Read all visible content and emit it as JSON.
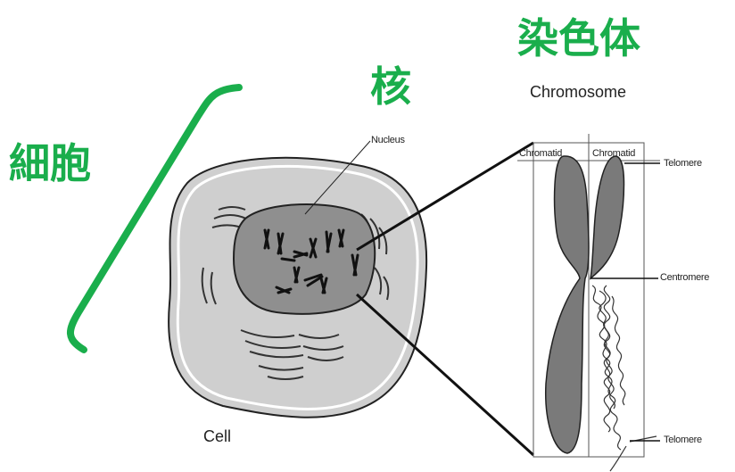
{
  "labels_jp": {
    "cell": "細胞",
    "nucleus": "核",
    "chromosome": "染色体"
  },
  "labels_en": {
    "chromosome": "Chromosome",
    "chromatid_left": "Chromatid",
    "chromatid_right": "Chromatid",
    "nucleus": "Nucleus",
    "telomere_top": "Telomere",
    "centromere": "Centromere",
    "telomere_bottom": "Telomere",
    "cell": "Cell"
  },
  "colors": {
    "annotation_green": "#1aae4c",
    "cell_fill": "#c9c9c9",
    "nucleus_fill": "#8a8a8a",
    "chromosome_fill": "#777777",
    "line": "#111111"
  }
}
